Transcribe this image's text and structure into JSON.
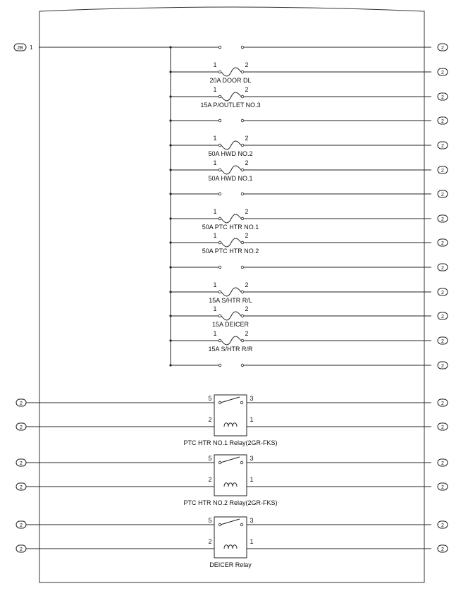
{
  "input_connector": {
    "label": "2B",
    "pin": "1"
  },
  "connector_label": "2",
  "fuse_rows": [
    {
      "type": "open"
    },
    {
      "type": "fuse",
      "name": "20A DOOR DL",
      "pin_left": "1",
      "pin_right": "2"
    },
    {
      "type": "fuse",
      "name": "15A P/OUTLET NO.3",
      "pin_left": "1",
      "pin_right": "2"
    },
    {
      "type": "open"
    },
    {
      "type": "fuse",
      "name": "50A HWD NO.2",
      "pin_left": "1",
      "pin_right": "2"
    },
    {
      "type": "fuse",
      "name": "50A HWD NO.1",
      "pin_left": "1",
      "pin_right": "2"
    },
    {
      "type": "open"
    },
    {
      "type": "fuse",
      "name": "50A PTC HTR NO.1",
      "pin_left": "1",
      "pin_right": "2"
    },
    {
      "type": "fuse",
      "name": "50A PTC HTR NO.2",
      "pin_left": "1",
      "pin_right": "2"
    },
    {
      "type": "open"
    },
    {
      "type": "fuse",
      "name": "15A S/HTR R/L",
      "pin_left": "1",
      "pin_right": "2"
    },
    {
      "type": "fuse",
      "name": "15A DEICER",
      "pin_left": "1",
      "pin_right": "2"
    },
    {
      "type": "fuse",
      "name": "15A S/HTR R/R",
      "pin_left": "1",
      "pin_right": "2"
    },
    {
      "type": "open"
    }
  ],
  "relays": [
    {
      "name": "PTC HTR NO.1 Relay(2GR-FKS)",
      "pin_switch_left": "5",
      "pin_switch_right": "3",
      "pin_coil_left": "2",
      "pin_coil_right": "1"
    },
    {
      "name": "PTC HTR NO.2 Relay(2GR-FKS)",
      "pin_switch_left": "5",
      "pin_switch_right": "3",
      "pin_coil_left": "2",
      "pin_coil_right": "1"
    },
    {
      "name": "DEICER Relay",
      "pin_switch_left": "5",
      "pin_switch_right": "3",
      "pin_coil_left": "2",
      "pin_coil_right": "1"
    }
  ]
}
